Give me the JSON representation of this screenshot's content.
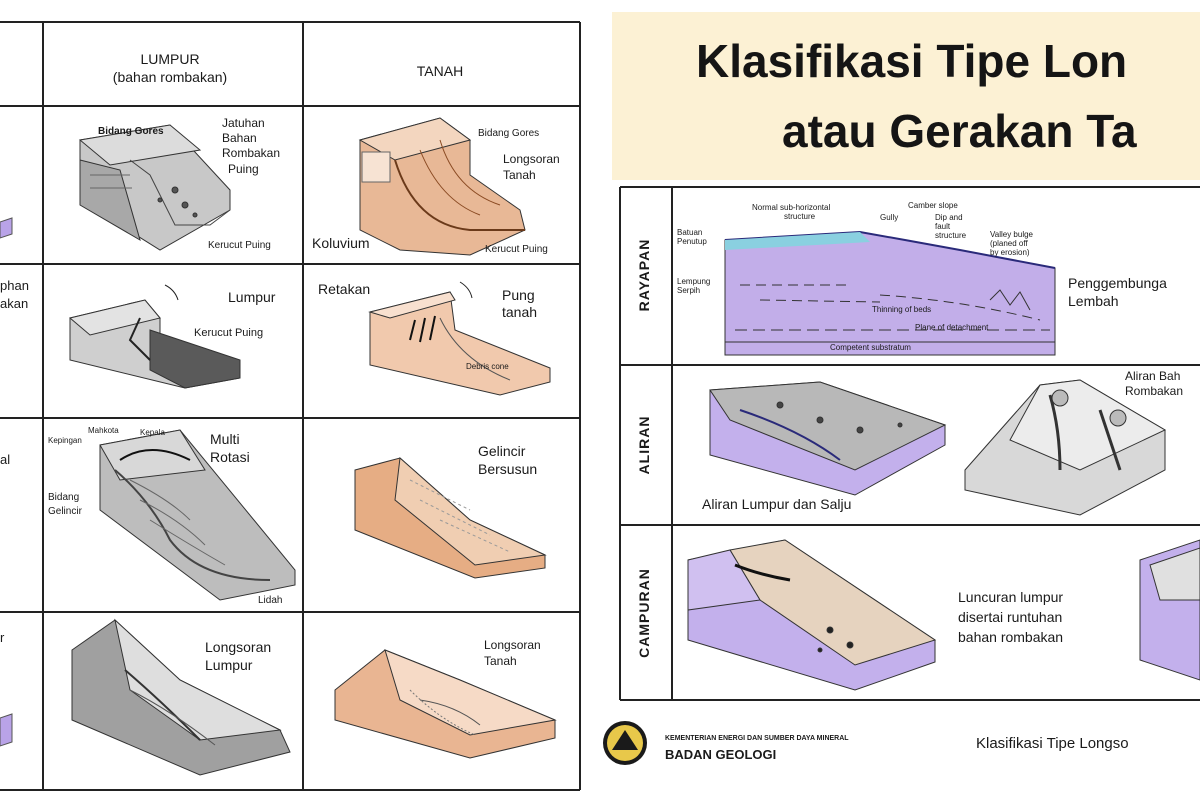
{
  "left_table": {
    "col_headers": [
      "LUMPUR",
      "(bahan rombakan)",
      "TANAH"
    ],
    "partial_labels": {
      "row2": [
        "phan",
        "akan"
      ],
      "row3": [
        "al"
      ],
      "row4": [
        "r"
      ]
    },
    "lumpur": {
      "row1": [
        "Bidang Gores",
        "Jatuhan",
        "Bahan",
        "Rombakan",
        "Puing",
        "Kerucut Puing"
      ],
      "row2": [
        "Lumpur",
        "Kerucut Puing"
      ],
      "row3": [
        "Mahkota",
        "Kepala",
        "Kepingan",
        "Multi",
        "Rotasi",
        "Bidang",
        "Gelincir",
        "Lidah"
      ],
      "row4": [
        "Longsoran",
        "Lumpur"
      ]
    },
    "tanah": {
      "row1": [
        "Bidang Gores",
        "Longsoran",
        "Tanah",
        "Koluvium",
        "Kerucut Puing"
      ],
      "row2": [
        "Retakan",
        "Pung",
        "tanah",
        "Debris cone"
      ],
      "row3": [
        "Gelincir",
        "Bersusun"
      ],
      "row4": [
        "Longsoran",
        "Tanah"
      ]
    }
  },
  "title": {
    "line1": "Klasifikasi Tipe Lon",
    "line2": "atau Gerakan Ta"
  },
  "right_table": {
    "rows": [
      "RAYAPAN",
      "ALIRAN",
      "CAMPURAN"
    ],
    "rayapan": {
      "small": [
        "Normal sub-horizontal",
        "structure",
        "Camber slope",
        "Gully",
        "Dip and",
        "fault",
        "structure",
        "Valley bulge",
        "(planed off",
        "by erosion)",
        "Batuan",
        "Penutup",
        "Lempung",
        "Serpih",
        "Thinning of beds",
        "Plane of detachment",
        "Competent substratum"
      ],
      "label": [
        "Penggembunga",
        "Lembah"
      ]
    },
    "aliran": {
      "label1": "Aliran Lumpur dan Salju",
      "label2": [
        "Aliran Bah",
        "Rombakan"
      ]
    },
    "campuran": {
      "label": [
        "Luncuran lumpur",
        "disertai runtuhan",
        "bahan rombakan"
      ]
    }
  },
  "footer": {
    "ministry": "KEMENTERIAN ENERGI DAN SUMBER DAYA MINERAL",
    "agency": "BADAN GEOLOGI",
    "caption": "Klasifikasi Tipe Longso"
  },
  "colors": {
    "purple": "#b9a3e8",
    "tan": "#e3b48f",
    "gray": "#9a9a9a",
    "title_bg": "#fcf1d4"
  }
}
